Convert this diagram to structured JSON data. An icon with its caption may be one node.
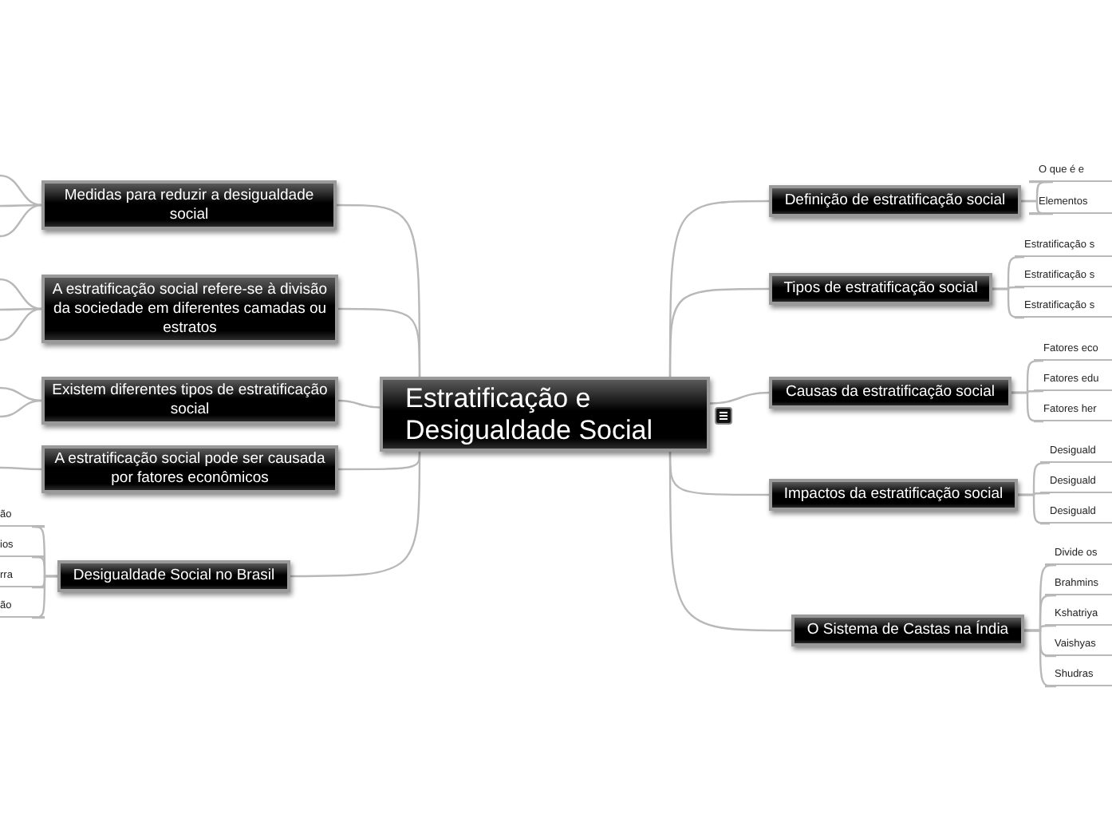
{
  "diagram": {
    "nodes": [
      {
        "text": [
          "Estratificação e Desigualdade Social"
        ]
      },
      {
        "text": [
          "Definição de estratificação social"
        ]
      },
      {
        "text": [
          "Tipos de estratificação social"
        ]
      },
      {
        "text": [
          "Causas da estratificação social"
        ]
      },
      {
        "text": [
          "Impactos da estratificação social"
        ]
      },
      {
        "text": [
          "O Sistema de Castas na Índia"
        ]
      },
      {
        "text": [
          "Medidas para reduzir a desigualdade social"
        ]
      },
      {
        "text": [
          "A estratificação social refere-se à divisão da sociedade em diferentes camadas ou estratos"
        ]
      },
      {
        "text": [
          "Existem diferentes tipos de estratificação social"
        ]
      },
      {
        "text": [
          "A estratificação social pode ser causada por fatores econômicos"
        ]
      },
      {
        "text": [
          "Desigualdade Social no Brasil"
        ]
      },
      {
        "text": [
          "O que é e"
        ]
      },
      {
        "text": [
          "Elementos"
        ]
      },
      {
        "text": [
          "Estratificação s"
        ]
      },
      {
        "text": [
          "Estratificação s"
        ]
      },
      {
        "text": [
          "Estratificação s"
        ]
      },
      {
        "text": [
          "Fatores eco"
        ]
      },
      {
        "text": [
          "Fatores edu"
        ]
      },
      {
        "text": [
          "Fatores her"
        ]
      },
      {
        "text": [
          "Desiguald"
        ]
      },
      {
        "text": [
          "Desiguald"
        ]
      },
      {
        "text": [
          "Desiguald"
        ]
      },
      {
        "text": [
          "Divide os"
        ]
      },
      {
        "text": [
          "Brahmins"
        ]
      },
      {
        "text": [
          "Kshatriya"
        ]
      },
      {
        "text": [
          "Vaishyas"
        ]
      },
      {
        "text": [
          "Shudras"
        ]
      },
      {
        "text": [
          "ão"
        ]
      },
      {
        "text": [
          "ios"
        ]
      },
      {
        "text": [
          "rra"
        ]
      },
      {
        "text": [
          "ão"
        ]
      }
    ],
    "edges": [
      {
        "from": 0,
        "to": 1,
        "arrow": "none"
      },
      {
        "from": 0,
        "to": 2,
        "arrow": "none"
      },
      {
        "from": 0,
        "to": 3,
        "arrow": "none"
      },
      {
        "from": 0,
        "to": 4,
        "arrow": "none"
      },
      {
        "from": 0,
        "to": 5,
        "arrow": "none"
      },
      {
        "from": 0,
        "to": 6,
        "arrow": "none"
      },
      {
        "from": 0,
        "to": 7,
        "arrow": "none"
      },
      {
        "from": 0,
        "to": 8,
        "arrow": "none"
      },
      {
        "from": 0,
        "to": 9,
        "arrow": "none"
      },
      {
        "from": 0,
        "to": 10,
        "arrow": "none"
      },
      {
        "from": 1,
        "to": 11,
        "arrow": "none"
      },
      {
        "from": 1,
        "to": 12,
        "arrow": "none"
      },
      {
        "from": 2,
        "to": 13,
        "arrow": "none"
      },
      {
        "from": 2,
        "to": 14,
        "arrow": "none"
      },
      {
        "from": 2,
        "to": 15,
        "arrow": "none"
      },
      {
        "from": 3,
        "to": 16,
        "arrow": "none"
      },
      {
        "from": 3,
        "to": 17,
        "arrow": "none"
      },
      {
        "from": 3,
        "to": 18,
        "arrow": "none"
      },
      {
        "from": 4,
        "to": 19,
        "arrow": "none"
      },
      {
        "from": 4,
        "to": 20,
        "arrow": "none"
      },
      {
        "from": 4,
        "to": 21,
        "arrow": "none"
      },
      {
        "from": 5,
        "to": 22,
        "arrow": "none"
      },
      {
        "from": 5,
        "to": 23,
        "arrow": "none"
      },
      {
        "from": 5,
        "to": 24,
        "arrow": "none"
      },
      {
        "from": 5,
        "to": 25,
        "arrow": "none"
      },
      {
        "from": 5,
        "to": 26,
        "arrow": "none"
      },
      {
        "from": 10,
        "to": 27,
        "arrow": "none"
      },
      {
        "from": 10,
        "to": 28,
        "arrow": "none"
      },
      {
        "from": 10,
        "to": 29,
        "arrow": "none"
      },
      {
        "from": 10,
        "to": 30,
        "arrow": "none"
      },
      {
        "from": 6,
        "to": null,
        "arrow": "none"
      },
      {
        "from": 6,
        "to": null,
        "arrow": "none"
      },
      {
        "from": 6,
        "to": null,
        "arrow": "none"
      },
      {
        "from": 7,
        "to": null,
        "arrow": "none"
      },
      {
        "from": 7,
        "to": null,
        "arrow": "none"
      },
      {
        "from": 7,
        "to": null,
        "arrow": "none"
      },
      {
        "from": 8,
        "to": null,
        "arrow": "none"
      },
      {
        "from": 8,
        "to": null,
        "arrow": "none"
      },
      {
        "from": 9,
        "to": null,
        "arrow": "none"
      }
    ]
  }
}
